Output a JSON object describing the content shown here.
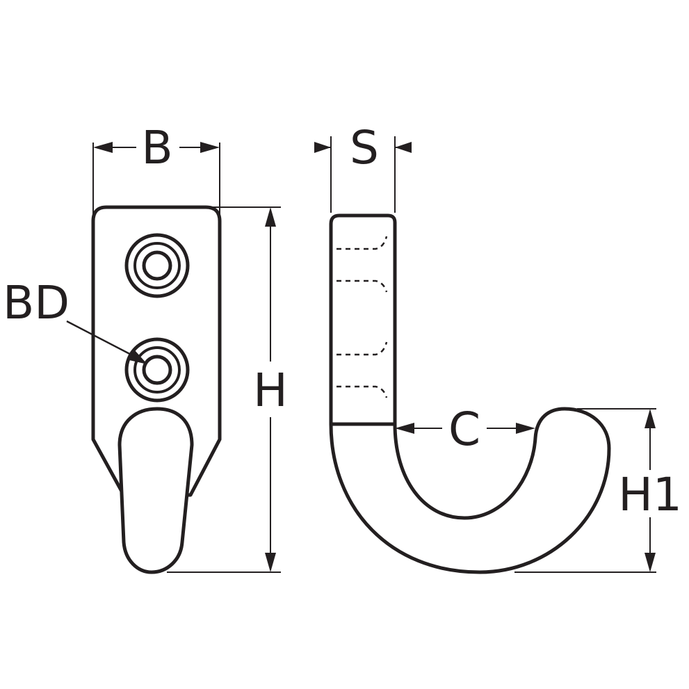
{
  "drawing": {
    "line_color": "#231f20",
    "background": "#ffffff",
    "labels": {
      "width": "B",
      "thickness": "S",
      "bore_diameter": "BD",
      "height": "H",
      "opening": "C",
      "hook_height": "H1"
    }
  }
}
